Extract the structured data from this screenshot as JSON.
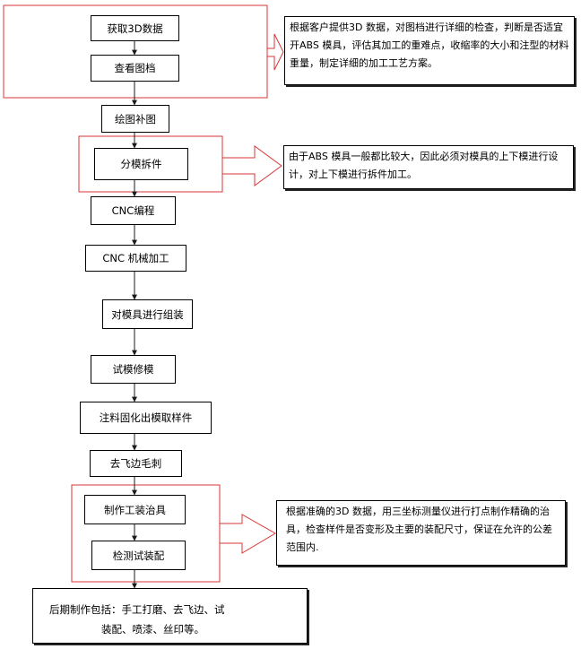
{
  "colors": {
    "outline": "#000000",
    "highlight": "#d93636",
    "arrow": "#1a1a1a"
  },
  "steps": [
    "获取3D数据",
    "查看图档",
    "绘图补图",
    "分模拆件",
    "CNC编程",
    "CNC 机械加工",
    "对模具进行组装",
    "试模修模",
    "注料固化出模取样件",
    "去飞边毛刺",
    "制作工装治具",
    "检测试装配"
  ],
  "notes": [
    "根据客户提供3D 数据，对图档进行详细的检查，判断是否适宜开ABS 模具，评估其加工的重难点，收缩率的大小和注型的材料重量，制定详细的加工工艺方案。",
    "由于ABS 模具一般都比较大，因此必须对模具的上下模进行设计，对上下模进行拆件加工。",
    "根据准确的3D 数据，用三坐标测量仪进行打点制作精确的治具，检查样件是否变形及主要的装配尺寸，保证在允许的公差范围内."
  ],
  "final": {
    "line1": "后期制作包括：手工打磨、去飞边、试",
    "line2": "装配、喷漆、丝印等。"
  }
}
